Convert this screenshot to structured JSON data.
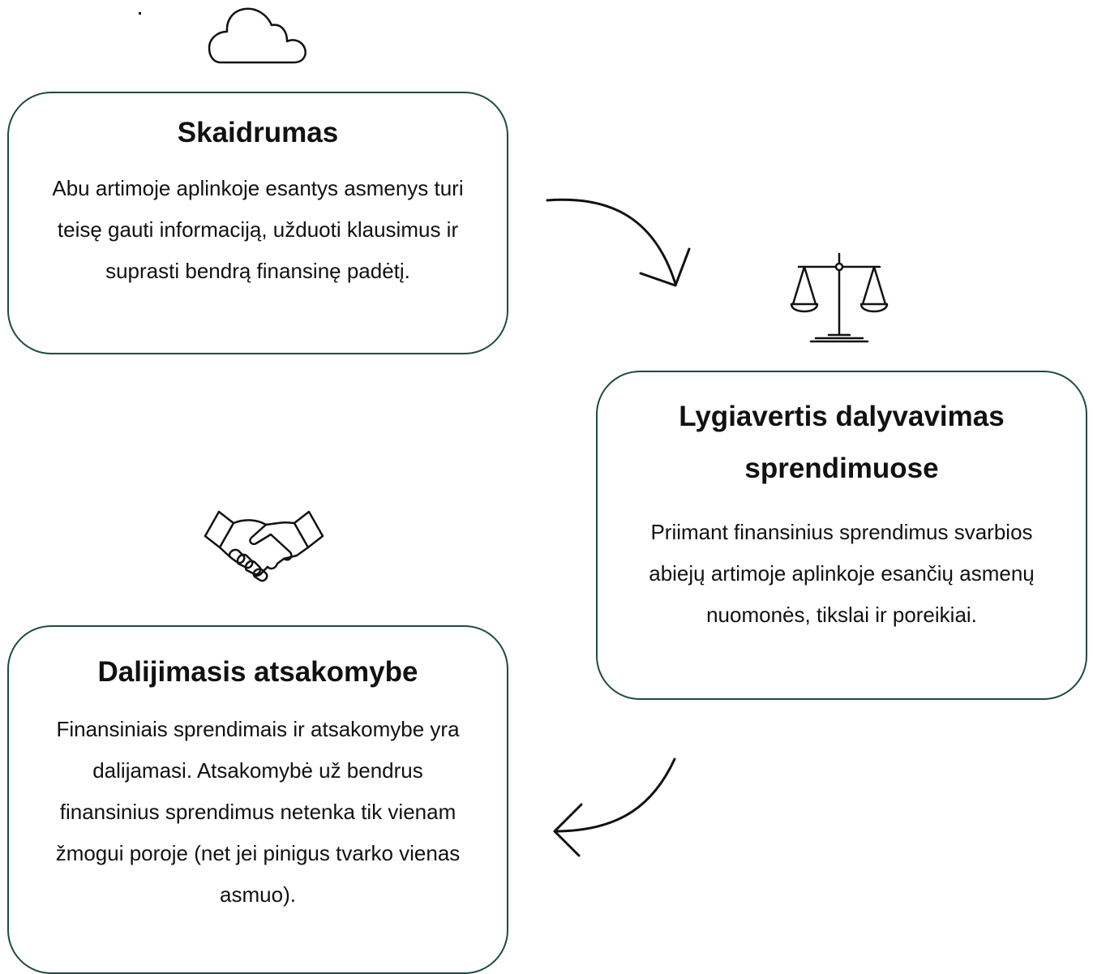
{
  "cards": [
    {
      "title": "Skaidrumas",
      "body": "Abu artimoje aplinkoje esantys asmenys turi teisę gauti informaciją, užduoti klausimus ir suprasti bendrą finansinę padėtį."
    },
    {
      "title": "Lygiavertis dalyvavimas sprendimuose",
      "body": "Priimant finansinius sprendimus svarbios abiejų artimoje aplinkoje esančių asmenų nuomonės, tikslai ir poreikiai."
    },
    {
      "title": "Dalijimasis atsakomybe",
      "body": "Finansiniais sprendimais ir atsakomybe yra dalijamasi. Atsakomybė už bendrus finansinius sprendimus netenka tik vienam žmogui poroje (net jei pinigus tvarko vienas asmuo)."
    }
  ],
  "icons": {
    "cloud": "cloud-icon",
    "scales": "scales-icon",
    "handshake": "handshake-icon",
    "arrow_1": "curved-arrow-down-icon",
    "arrow_2": "curved-arrow-left-icon"
  },
  "colors": {
    "card_border": "#1f4a45",
    "ink": "#111111",
    "background": "#ffffff"
  }
}
